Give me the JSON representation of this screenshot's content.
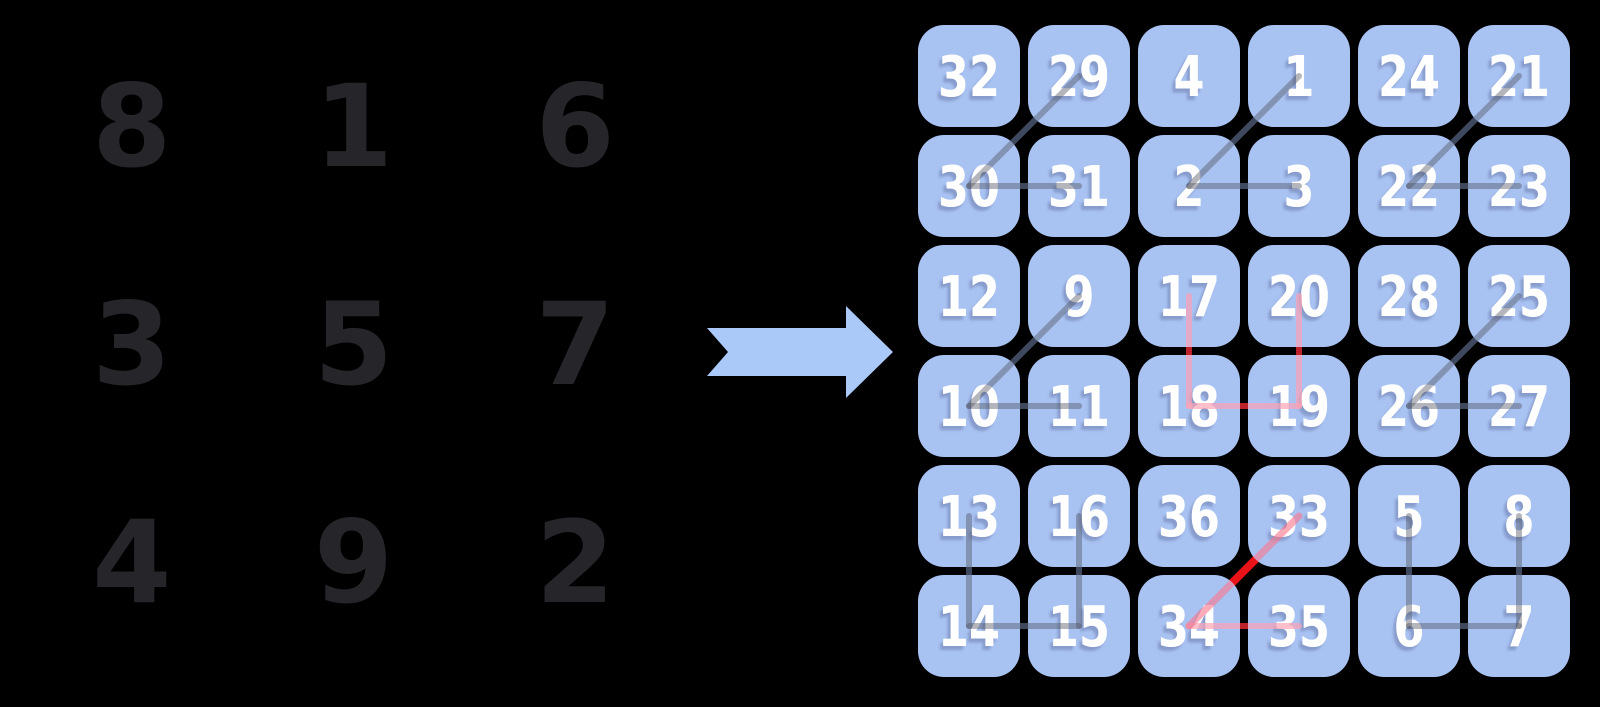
{
  "background_color": "#000000",
  "magic_square": {
    "number_color": "#26262a",
    "values": [
      "8",
      "1",
      "6",
      "3",
      "5",
      "7",
      "4",
      "9",
      "2"
    ]
  },
  "arrow": {
    "color": "#abc9f8",
    "direction": "right"
  },
  "grid": {
    "cell_color": "#a8c2f2",
    "number_color": "#ffffff",
    "number_shadow_color": "#7f93c2",
    "rows": [
      [
        "32",
        "29",
        "4",
        "1",
        "24",
        "21"
      ],
      [
        "30",
        "31",
        "2",
        "3",
        "22",
        "23"
      ],
      [
        "12",
        "9",
        "17",
        "20",
        "28",
        "25"
      ],
      [
        "10",
        "11",
        "18",
        "19",
        "26",
        "27"
      ],
      [
        "13",
        "16",
        "36",
        "33",
        "5",
        "8"
      ],
      [
        "14",
        "15",
        "34",
        "35",
        "6",
        "7"
      ]
    ],
    "connections": [
      {
        "from": "30",
        "to": "29",
        "kind": "gray"
      },
      {
        "from": "30",
        "to": "31",
        "kind": "gray"
      },
      {
        "from": "2",
        "to": "1",
        "kind": "gray"
      },
      {
        "from": "2",
        "to": "3",
        "kind": "gray"
      },
      {
        "from": "22",
        "to": "21",
        "kind": "gray"
      },
      {
        "from": "22",
        "to": "23",
        "kind": "gray"
      },
      {
        "from": "10",
        "to": "9",
        "kind": "gray"
      },
      {
        "from": "10",
        "to": "11",
        "kind": "gray"
      },
      {
        "from": "26",
        "to": "25",
        "kind": "gray"
      },
      {
        "from": "26",
        "to": "27",
        "kind": "gray"
      },
      {
        "from": "13",
        "to": "14",
        "kind": "gray"
      },
      {
        "from": "14",
        "to": "15",
        "kind": "gray"
      },
      {
        "from": "16",
        "to": "15",
        "kind": "gray"
      },
      {
        "from": "5",
        "to": "6",
        "kind": "gray"
      },
      {
        "from": "6",
        "to": "7",
        "kind": "gray"
      },
      {
        "from": "8",
        "to": "7",
        "kind": "gray"
      },
      {
        "from": "17",
        "to": "18",
        "kind": "pink"
      },
      {
        "from": "18",
        "to": "19",
        "kind": "pink"
      },
      {
        "from": "20",
        "to": "19",
        "kind": "pink"
      },
      {
        "from": "34",
        "to": "35",
        "kind": "pink"
      },
      {
        "from": "34",
        "to": "33",
        "kind": "red"
      }
    ],
    "line_colors": {
      "gray": {
        "under": "#3e485e",
        "over": "rgba(78,82,92,0.42)"
      },
      "pink": {
        "under": "#bb2229",
        "over": "rgba(255,160,178,0.68)"
      },
      "red": {
        "under": "#e81217",
        "over": "rgba(250,120,140,0.62)"
      }
    }
  }
}
